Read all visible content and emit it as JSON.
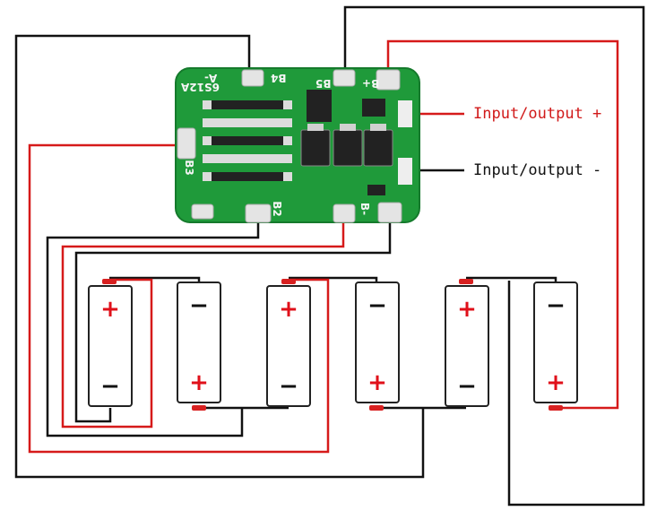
{
  "labels": {
    "io_plus": "Input/output +",
    "io_minus": "Input/output -"
  },
  "board": {
    "silk_model": "6S12A",
    "silk_b4": "B4",
    "silk_b5": "B5",
    "silk_b3": "B3",
    "silk_b2": "B2",
    "silk_bplus": "B+",
    "silk_bminus": "B-",
    "silk_a": "A-"
  },
  "cells": [
    {
      "top": "+",
      "bottom": "−"
    },
    {
      "top": "−",
      "bottom": "+"
    },
    {
      "top": "+",
      "bottom": "−"
    },
    {
      "top": "−",
      "bottom": "+"
    },
    {
      "top": "+",
      "bottom": "−"
    },
    {
      "top": "−",
      "bottom": "+"
    }
  ],
  "colors": {
    "wire_red": "#d61a1a",
    "wire_black": "#111111",
    "pcb_green": "#1f9a3a"
  }
}
